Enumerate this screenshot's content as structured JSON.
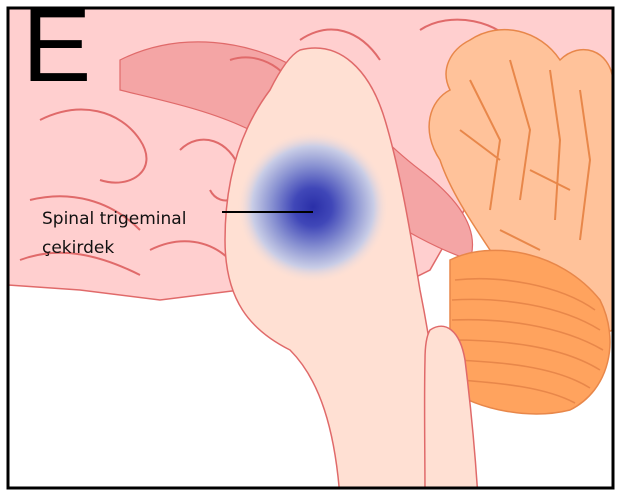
{
  "panel": {
    "letter": "E"
  },
  "annotation": {
    "line1": "Spinal trigeminal",
    "line2": "çekirdek"
  },
  "colors": {
    "frame": "#000000",
    "background": "#ffffff",
    "brain_pink": "#ffcfcf",
    "deep_pink": "#f4a5a5",
    "outline": "#e06a6a",
    "brainstem": "#ffe0d3",
    "cerebellum": "#ffc29a",
    "pons": "#ffa35e",
    "nucleus": "#3a3fb0"
  }
}
